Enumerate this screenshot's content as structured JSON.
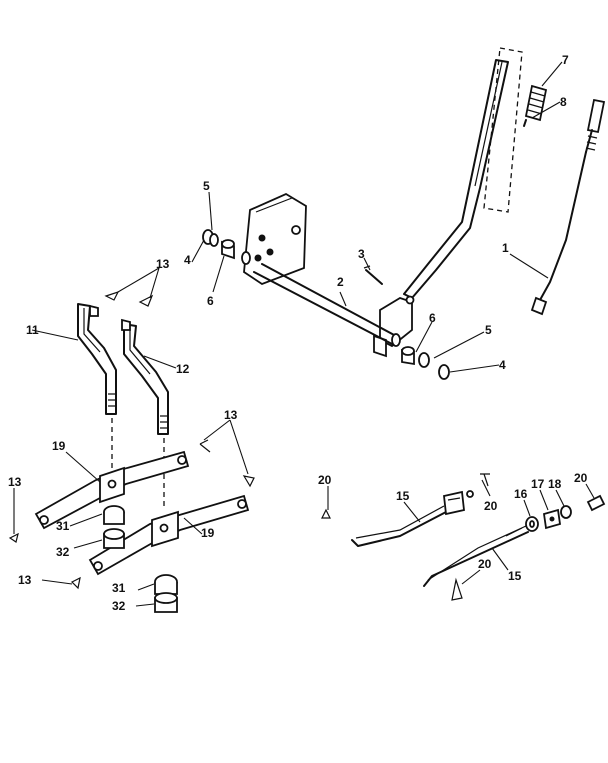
{
  "callouts": {
    "c7": "7",
    "c8": "8",
    "c5a": "5",
    "c3": "3",
    "c1": "1",
    "c4a": "4",
    "c6a": "6",
    "c2": "2",
    "c13a": "13",
    "c11": "11",
    "c12": "12",
    "c6b": "6",
    "c5b": "5",
    "c4b": "4",
    "c13b": "13",
    "c19a": "19",
    "c13c": "13",
    "c31a": "31",
    "c32a": "32",
    "c19b": "19",
    "c13d": "13",
    "c31b": "31",
    "c32b": "32",
    "c20a": "20",
    "c15a": "15",
    "c20b": "20",
    "c16": "16",
    "c17": "17",
    "c18": "18",
    "c20c": "20",
    "c20d": "20",
    "c15b": "15"
  }
}
